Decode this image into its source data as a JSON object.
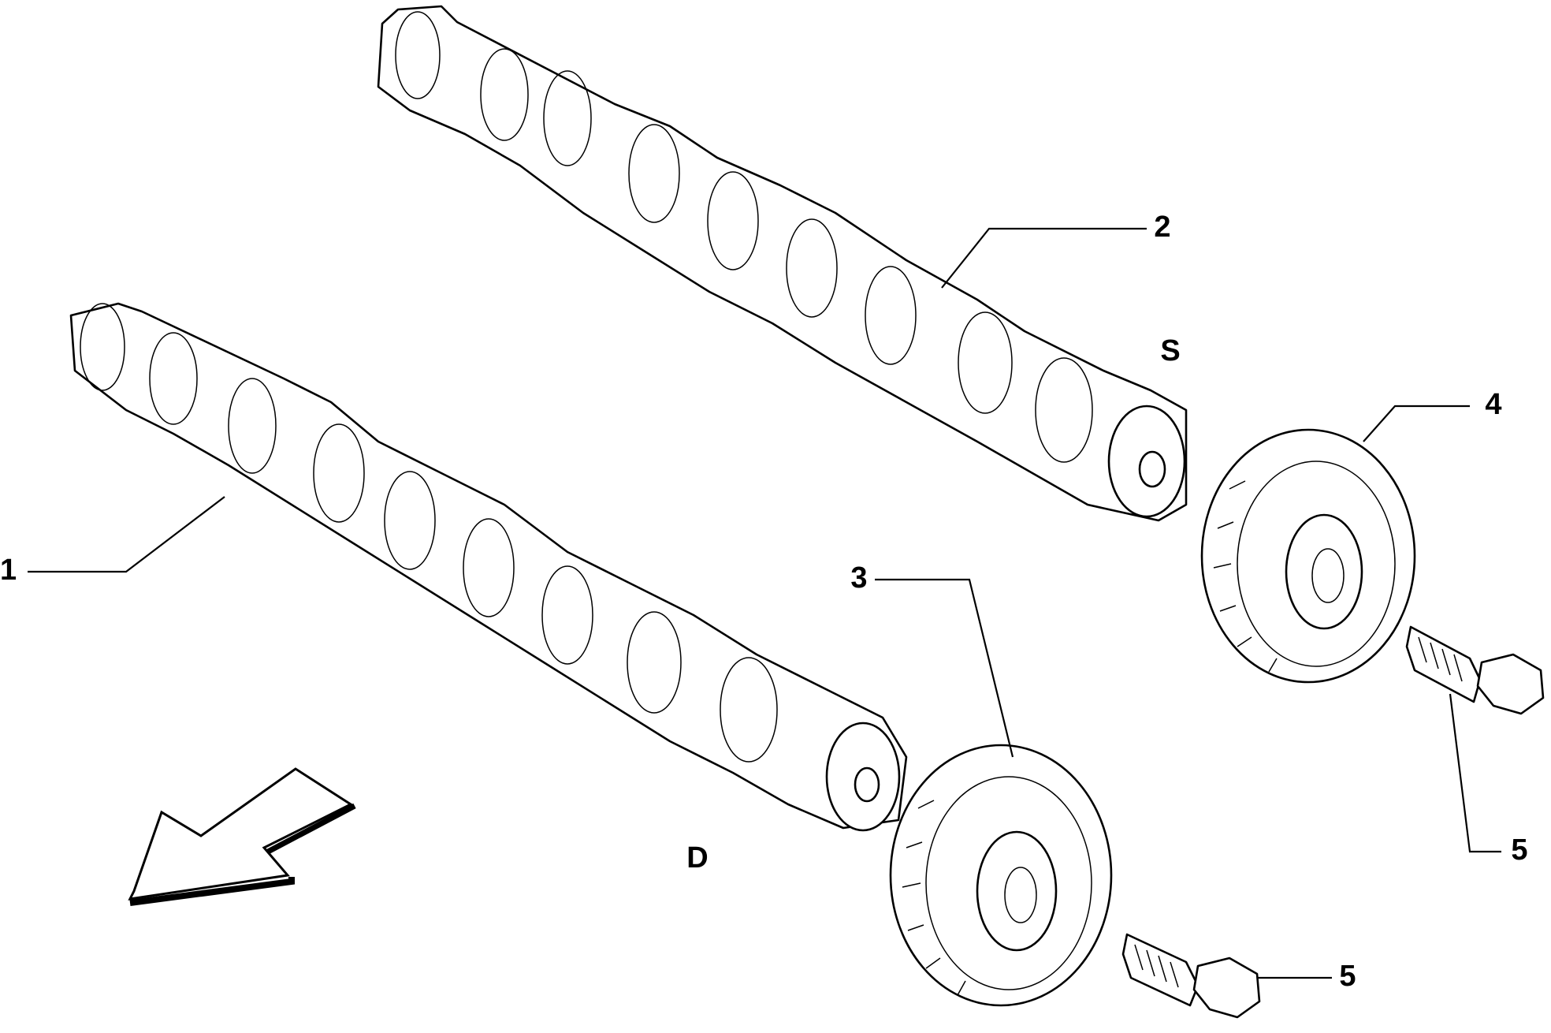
{
  "callouts": {
    "camshaft_d": "1",
    "camshaft_s": "2",
    "gear_d": "3",
    "gear_s": "4",
    "bolt_upper": "5",
    "bolt_lower": "5"
  },
  "side_labels": {
    "s": "S",
    "d": "D"
  },
  "icons": {
    "direction_arrow": "direction-arrow-icon"
  }
}
